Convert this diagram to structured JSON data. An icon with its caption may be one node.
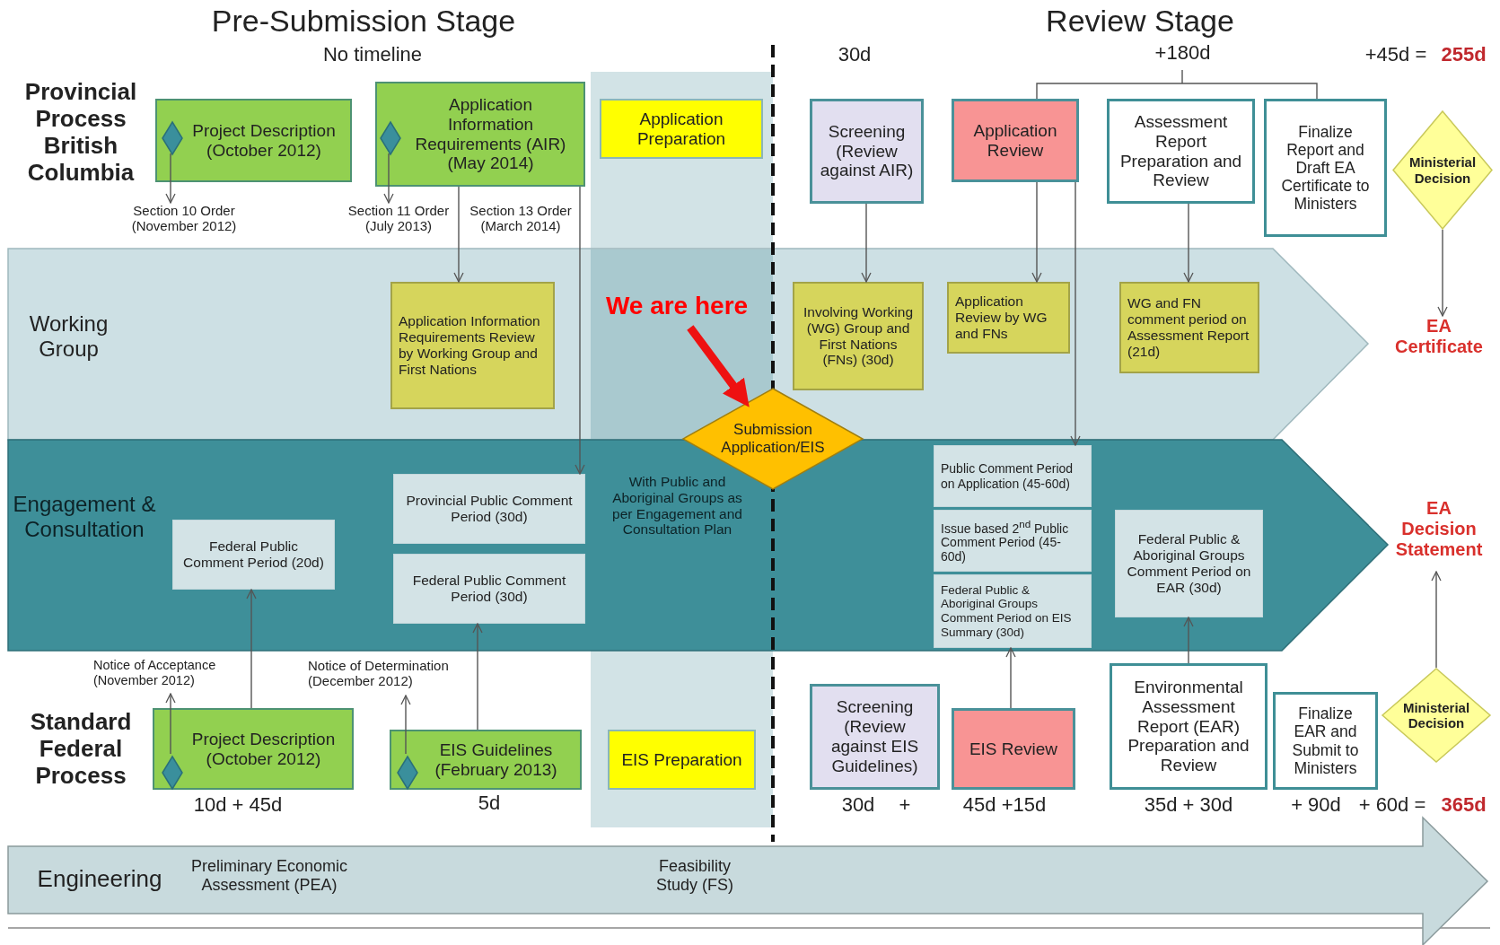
{
  "diagram": {
    "nodes": [
      {
        "text": [
          "Project Description (October 2012)"
        ]
      },
      {
        "text": [],
        "shape": "diamond",
        "in": 0
      },
      {
        "text": [
          "Application Information Requirements (AIR) (May 2014)"
        ]
      },
      {
        "text": [],
        "shape": "diamond",
        "in": 2
      },
      {
        "text": [
          "Application Preparation"
        ]
      },
      {
        "text": [
          "Screening (Review against AIR)"
        ]
      },
      {
        "text": [
          "Application Review"
        ]
      },
      {
        "text": [
          "Assessment Report Preparation and Review"
        ]
      },
      {
        "text": [
          "Finalize Report and Draft EA Certificate to Ministers"
        ]
      },
      {
        "text": [
          "Ministerial Decision"
        ]
      },
      {
        "text": [
          "Section 10 Order (November 2012)"
        ]
      },
      {
        "text": [
          "Section 11 Order (July 2013)"
        ]
      },
      {
        "text": [
          "Working Group"
        ]
      },
      {
        "text": [
          "Application Information Requirements Review by Working Group and First Nations"
        ],
        "in": 12
      },
      {
        "text": [
          "We are here"
        ],
        "in": 12
      },
      {
        "text": [
          "Involving Working (WG) Group and First Nations (FNs) (30d)"
        ],
        "in": 12
      },
      {
        "text": [
          "Application Review by WG and FNs"
        ],
        "in": 12
      },
      {
        "text": [
          "WG and FN comment period on Assessment Report (21d)"
        ],
        "in": 12
      },
      {
        "text": [
          "EA Certificate"
        ]
      },
      {
        "text": [
          "Submission Application/EIS"
        ]
      },
      {
        "text": [
          "Engagement & Consultation"
        ]
      },
      {
        "text": [
          "Federal Public Comment Period (20d)"
        ],
        "in": 20
      },
      {
        "text": [
          "Provincial Public Comment Period (30d)"
        ],
        "in": 20
      },
      {
        "text": [
          "Federal Public Comment Period (30d)"
        ],
        "in": 20
      },
      {
        "text": [
          "Public Comment Period on Application (45-60d)"
        ],
        "in": 20
      },
      {
        "text": [
          "Issue based 2$^{nd}$ Public Comment Period (45-60d)"
        ],
        "in": 20
      },
      {
        "text": [
          "Federal Public & Aboriginal Groups Comment Period on EIS Summary (30d)"
        ],
        "in": 20
      },
      {
        "text": [
          "Federal Public & Aboriginal Groups Comment Period on EAR (30d)"
        ],
        "in": 20
      },
      {
        "text": [
          "EA Decision Statement"
        ]
      },
      {
        "text": [
          "Notice of Acceptance (November 2012)"
        ]
      },
      {
        "text": [
          "Notice of Determination (December 2012)"
        ]
      },
      {
        "text": [
          "Project Description (October 2012)"
        ]
      },
      {
        "text": [],
        "shape": "diamond",
        "in": 31
      },
      {
        "text": [
          "EIS Guidelines (February 2013)"
        ]
      },
      {
        "text": [],
        "shape": "diamond",
        "in": 33
      },
      {
        "text": [
          "EIS Preparation"
        ]
      },
      {
        "text": [
          "Screening (Review against EIS Guidelines)"
        ]
      },
      {
        "text": [
          "EIS Review"
        ]
      },
      {
        "text": [
          "Environmental Assessment Report (EAR) Preparation and Review"
        ]
      },
      {
        "text": [
          "Finalize EAR and Submit to Ministers"
        ]
      },
      {
        "text": [
          "Ministerial Decision"
        ]
      },
      {
        "text": [
          "Engineering",
          "Preliminary Economic Assessment (PEA)",
          "Feasibility Study (FS)"
        ]
      }
    ],
    "edges": [
      {
        "from": 1,
        "to": 10,
        "arrow": "to"
      },
      {
        "from": 3,
        "to": 11,
        "arrow": "to"
      },
      {
        "from": 2,
        "to": 13,
        "arrow": "to"
      },
      {
        "from": 2,
        "to": 22,
        "arrow": "to"
      },
      {
        "from": 5,
        "to": 15,
        "arrow": "to"
      },
      {
        "from": 6,
        "to": 16,
        "arrow": "to"
      },
      {
        "from": 6,
        "to": 24,
        "arrow": "to"
      },
      {
        "from": 7,
        "to": 17,
        "arrow": "to"
      },
      {
        "from": 9,
        "to": 18,
        "arrow": "to"
      },
      {
        "from": 14,
        "to": 19,
        "arrow": "to",
        "style": "thick",
        "color": "#ee1111"
      },
      {
        "from": 32,
        "to": 29,
        "arrow": "to"
      },
      {
        "from": 31,
        "to": 21,
        "arrow": "to"
      },
      {
        "from": 34,
        "to": 30,
        "arrow": "to"
      },
      {
        "from": 33,
        "to": 23,
        "arrow": "to"
      },
      {
        "from": 37,
        "to": 26,
        "arrow": "to"
      },
      {
        "from": 38,
        "to": 27,
        "arrow": "to"
      },
      {
        "from": 40,
        "to": 28,
        "arrow": "to"
      }
    ],
    "labels": [
      "Pre-Submission Stage",
      "Review Stage",
      "No timeline",
      "30d",
      "+180d",
      "+45d =",
      "255d",
      "Provincial Process British Columbia",
      "Section 13 Order (March 2014)",
      "With Public and Aboriginal Groups as per Engagement and Consultation Plan",
      "Standard Federal Process",
      "10d + 45d",
      "5d",
      "30d",
      "+",
      "45d +15d",
      "35d + 30d",
      "+ 90d",
      "+ 60d =",
      "365d"
    ]
  }
}
